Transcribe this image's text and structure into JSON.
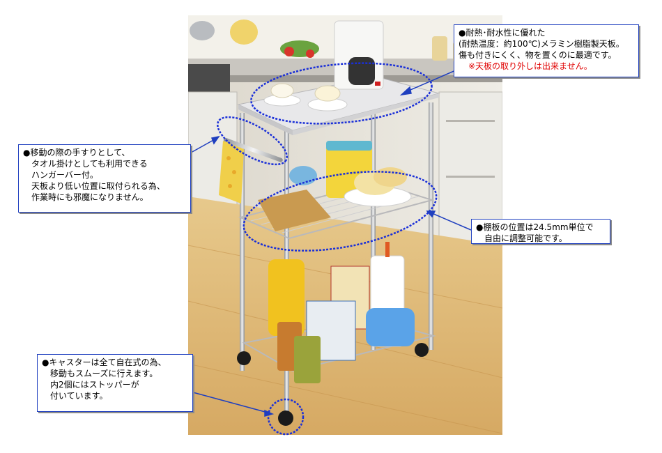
{
  "callouts": {
    "top_board": {
      "lines": [
        "●耐熱･耐水性に優れた",
        "(耐熱温度：約100℃)メラミン樹脂製天板。",
        "傷も付きにくく、物を置くのに最適です。"
      ],
      "note": "※天板の取り外しは出来ません。"
    },
    "hanger_bar": {
      "lines": [
        "●移動の際の手すりとして、",
        "タオル掛けとしても利用できる",
        "ハンガーバー付。",
        "天板より低い位置に取付られる為、",
        "作業時にも邪魔になりません。"
      ]
    },
    "shelf_position": {
      "lines": [
        "●棚板の位置は24.5mm単位で",
        "自由に調整可能です。"
      ]
    },
    "casters": {
      "lines": [
        "●キャスターは全て自在式の為、",
        "移動もスムーズに行えます。",
        "内2個にはストッパーが",
        "付いています。"
      ]
    }
  },
  "colors": {
    "callout_border": "#1f3fbf",
    "leader_line": "#1f3fbf",
    "highlight_ellipse": "#1a2fd8",
    "note_text": "#e00000"
  }
}
